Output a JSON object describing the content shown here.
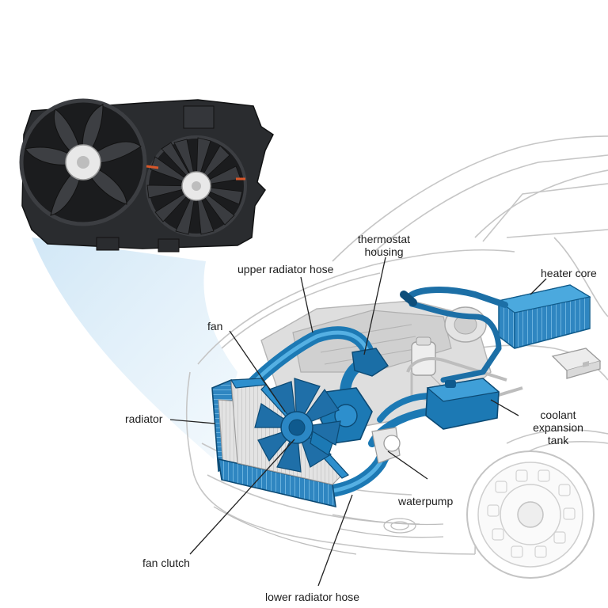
{
  "labels": {
    "thermostat_housing": "thermostat\nhousing",
    "upper_radiator_hose": "upper radiator hose",
    "heater_core": "heater core",
    "fan": "fan",
    "radiator": "radiator",
    "coolant_expansion_tank": "coolant\nexpansion\ntank",
    "waterpump": "waterpump",
    "fan_clutch": "fan clutch",
    "lower_radiator_hose": "lower radiator hose"
  },
  "colors": {
    "coolant_blue": "#1c79b4",
    "coolant_blue_light": "#3fa0d6",
    "car_outline": "#c8c8c8",
    "engine_gray": "#d9d9d9",
    "fan_shroud": "#26282b",
    "highlight_beam": "#d6eaf7",
    "leader_line": "#222222"
  }
}
